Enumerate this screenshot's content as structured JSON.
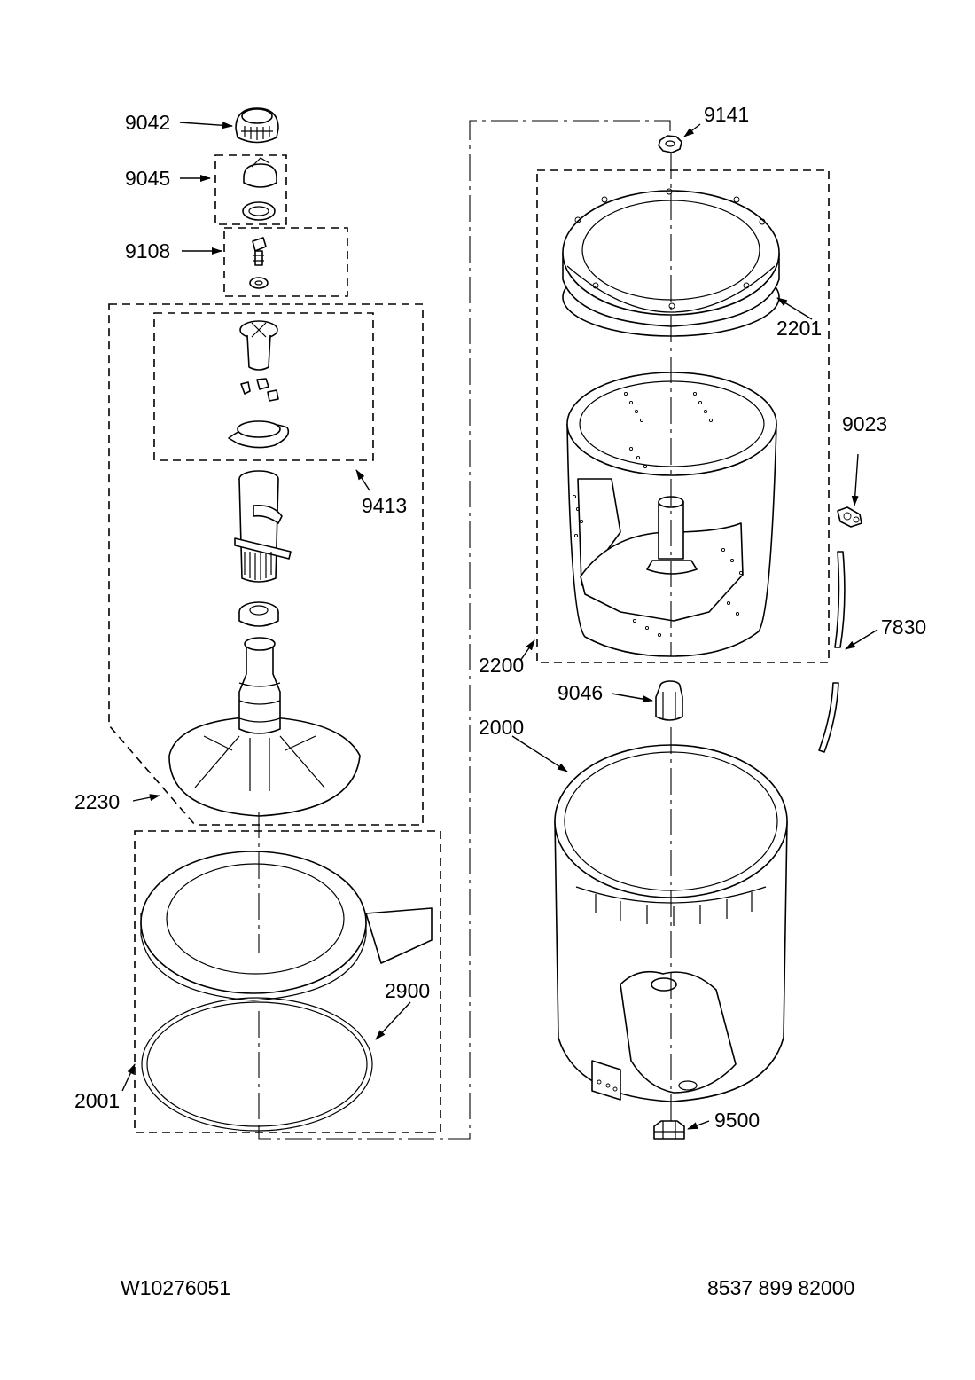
{
  "diagram": {
    "part_labels": {
      "p9042": "9042",
      "p9045": "9045",
      "p9108": "9108",
      "p9413": "9413",
      "p2230": "2230",
      "p2900": "2900",
      "p2001": "2001",
      "p9141": "9141",
      "p2201": "2201",
      "p9023": "9023",
      "p7830": "7830",
      "p2200": "2200",
      "p9046": "9046",
      "p2000": "2000",
      "p9500": "9500"
    },
    "footer": {
      "left_code": "W10276051",
      "right_code": "8537 899 82000"
    }
  }
}
